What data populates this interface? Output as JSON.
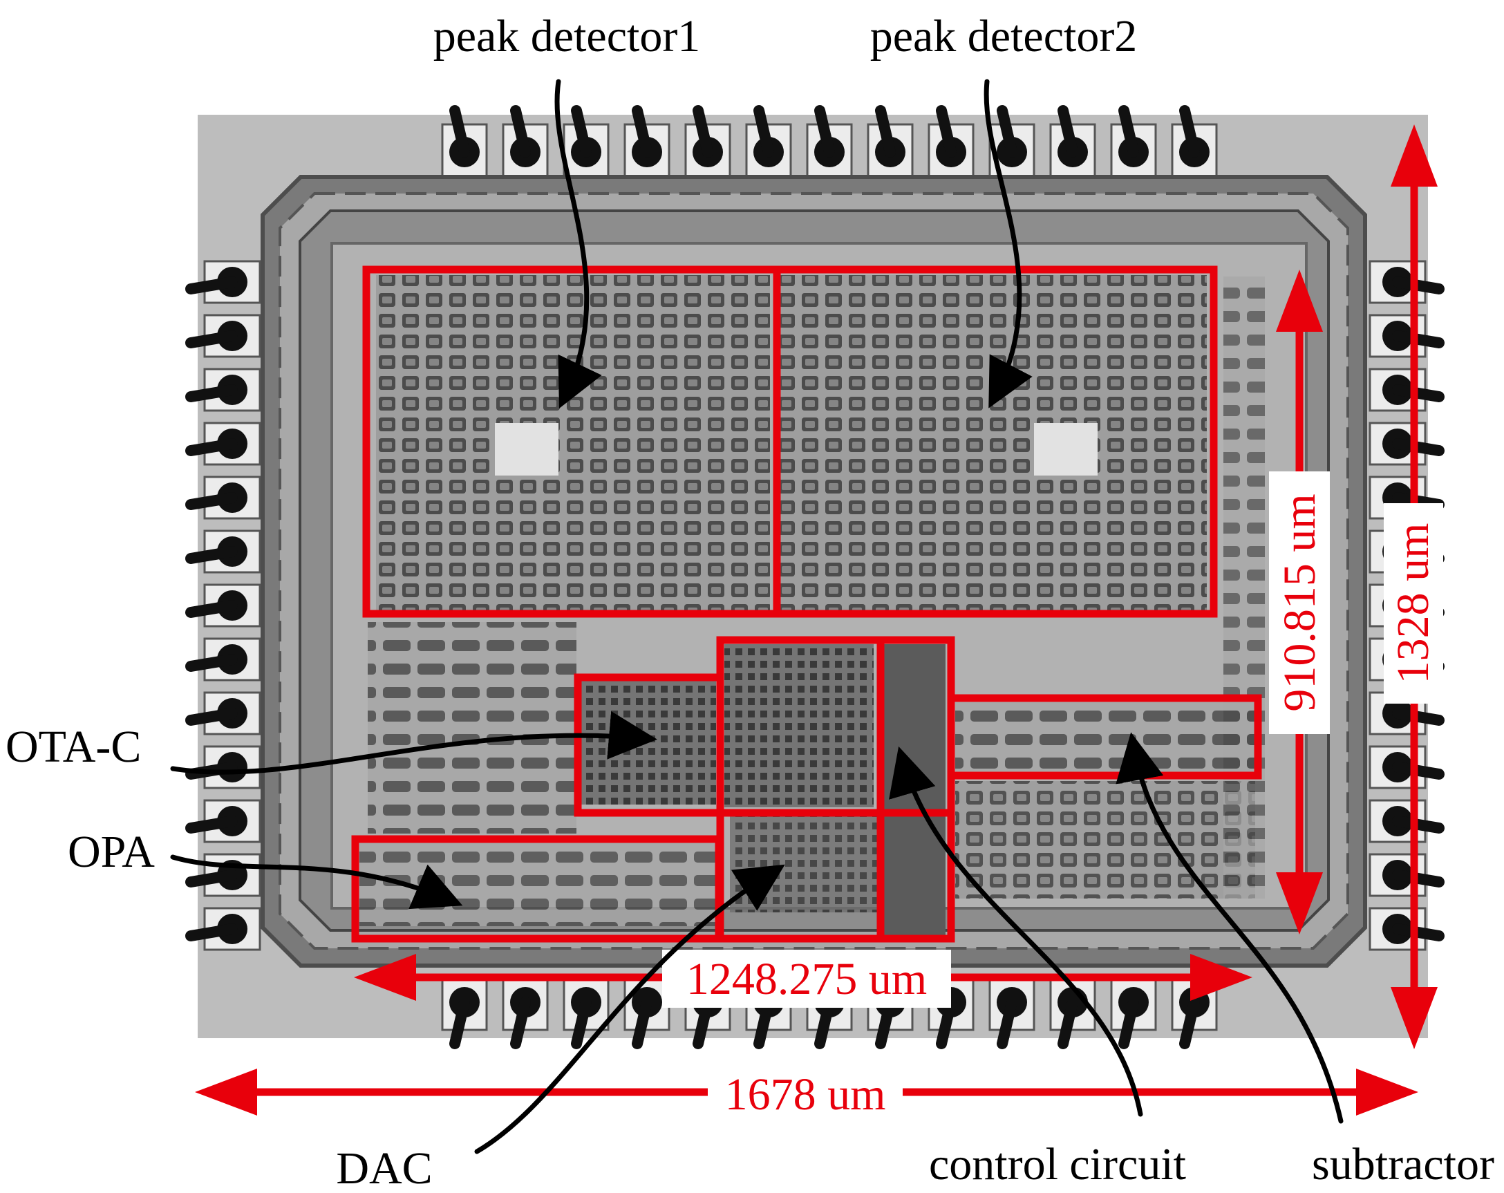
{
  "labels": {
    "peak_detector_1": "peak detector1",
    "peak_detector_2": "peak detector2",
    "ota_c": "OTA-C",
    "opa": "OPA",
    "dac": "DAC",
    "control_circuit": "control circuit",
    "subtractor": "subtractor"
  },
  "dimensions": {
    "core_width": "1248.275 um",
    "core_height": "910.815 um",
    "chip_width": "1678 um",
    "chip_height": "1328 um"
  },
  "colors": {
    "highlight": "#e8000b",
    "pointer": "#000000",
    "die": "#8c8c8c"
  }
}
